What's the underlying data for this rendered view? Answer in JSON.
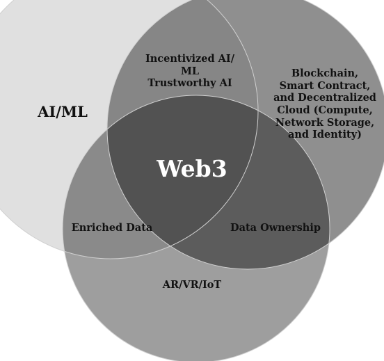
{
  "diagram": {
    "type": "venn",
    "sets": {
      "ai_ml": "AI/ML",
      "blockchain": "Blockchain,\nSmart Contract,\nand Decentralized\nCloud (Compute,\nNetwork Storage,\nand Identity)",
      "ar_vr_iot": "AR/VR/IoT"
    },
    "intersections": {
      "ai_ml_blockchain": "Incentivized AI/\nML\nTrustworthy AI",
      "ai_ml_ar_vr_iot": "Enriched Data",
      "blockchain_ar_vr_iot": "Data Ownership",
      "all": "Web3"
    },
    "colors": {
      "ai_ml_circle": "#e0e0e0",
      "blockchain_circle": "#8f8f8f",
      "ar_vr_iot_circle": "#9e9e9e",
      "ai_ml_blockchain_overlap": "#868686",
      "ai_ml_ar_vr_iot_overlap": "#8a8a8a",
      "blockchain_ar_vr_iot_overlap": "#5c5c5c",
      "center_overlap": "#525252",
      "outline": "#d0d0d0",
      "text": "#111111",
      "center_text": "#ffffff"
    }
  }
}
